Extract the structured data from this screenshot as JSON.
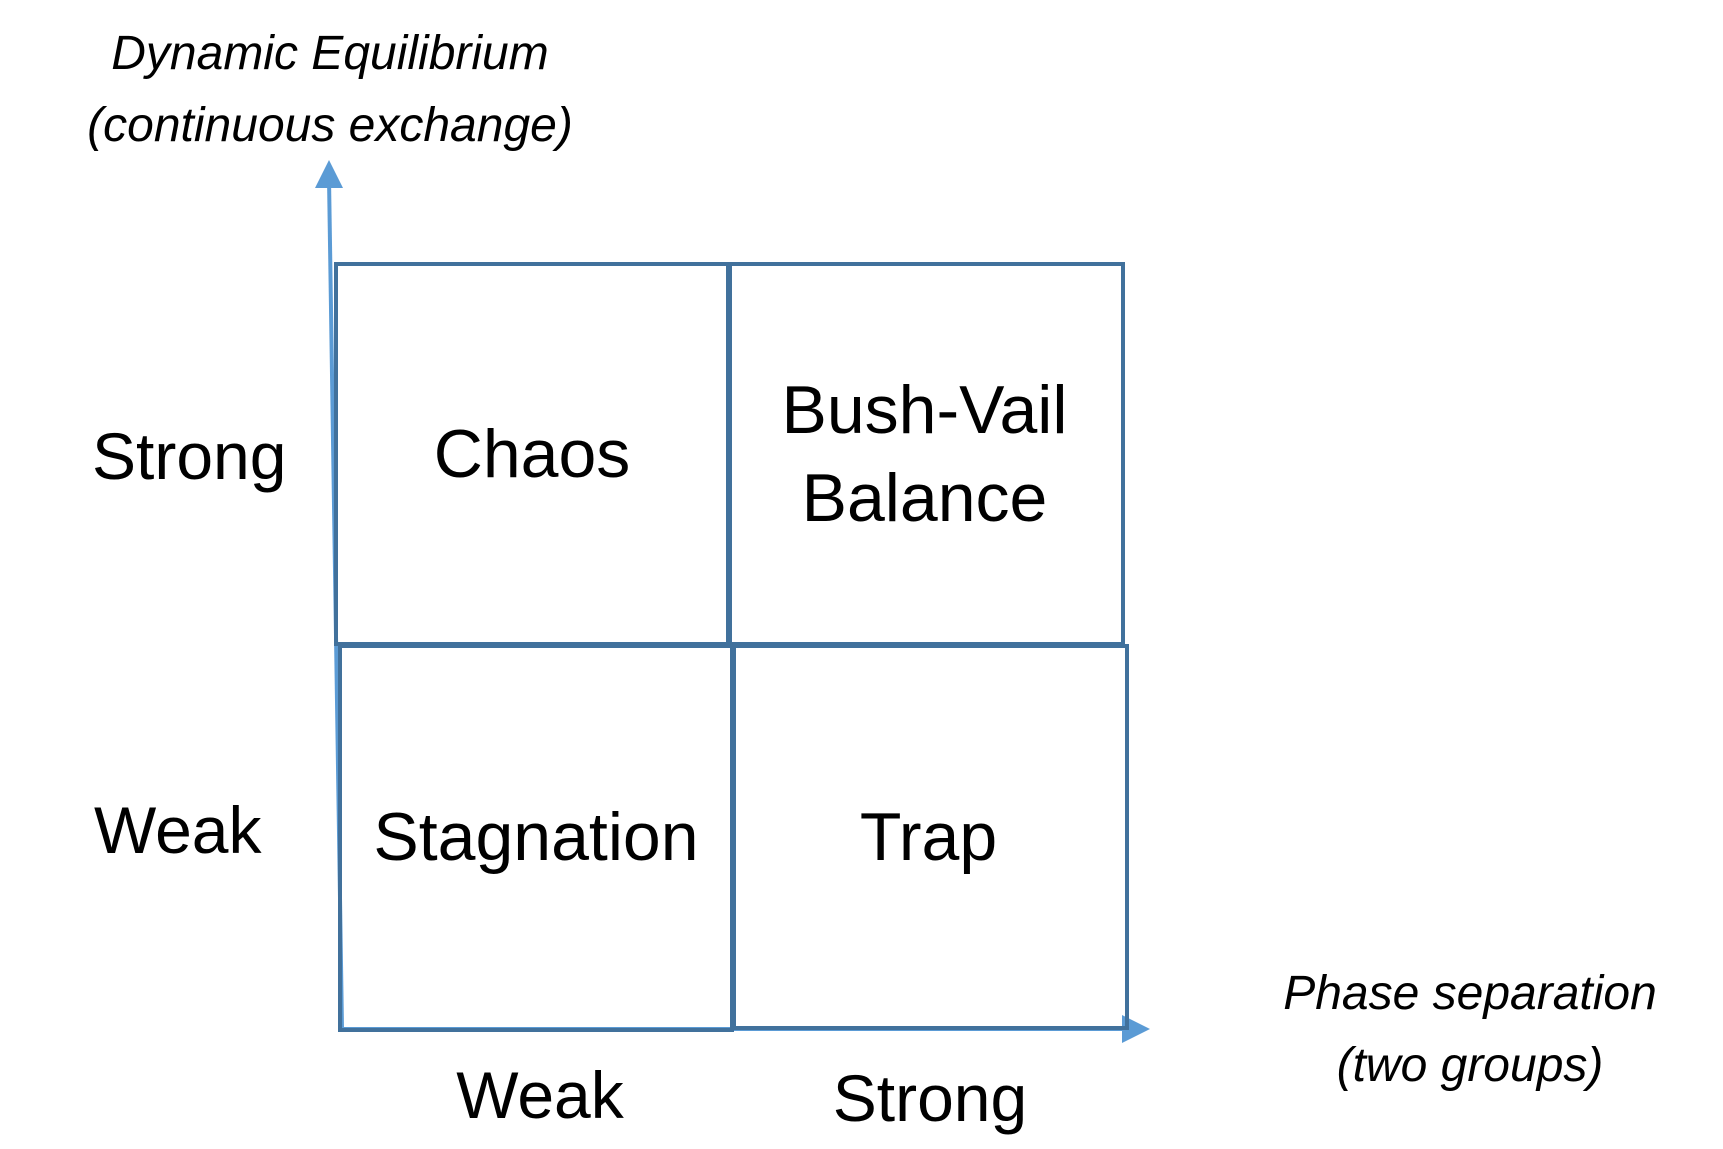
{
  "y_axis": {
    "title_line1": "Dynamic Equilibrium",
    "title_line2": "(continuous exchange)",
    "levels": {
      "high": "Strong",
      "low": "Weak"
    }
  },
  "x_axis": {
    "title_line1": "Phase separation",
    "title_line2": "(two groups)",
    "levels": {
      "low": "Weak",
      "high": "Strong"
    }
  },
  "quadrants": {
    "top_left": "Chaos",
    "top_right_line1": "Bush-Vail",
    "top_right_line2": "Balance",
    "bottom_left": "Stagnation",
    "bottom_right": "Trap"
  },
  "colors": {
    "axis": "#5b9bd5",
    "grid_border": "#41719c",
    "text": "#000000"
  }
}
